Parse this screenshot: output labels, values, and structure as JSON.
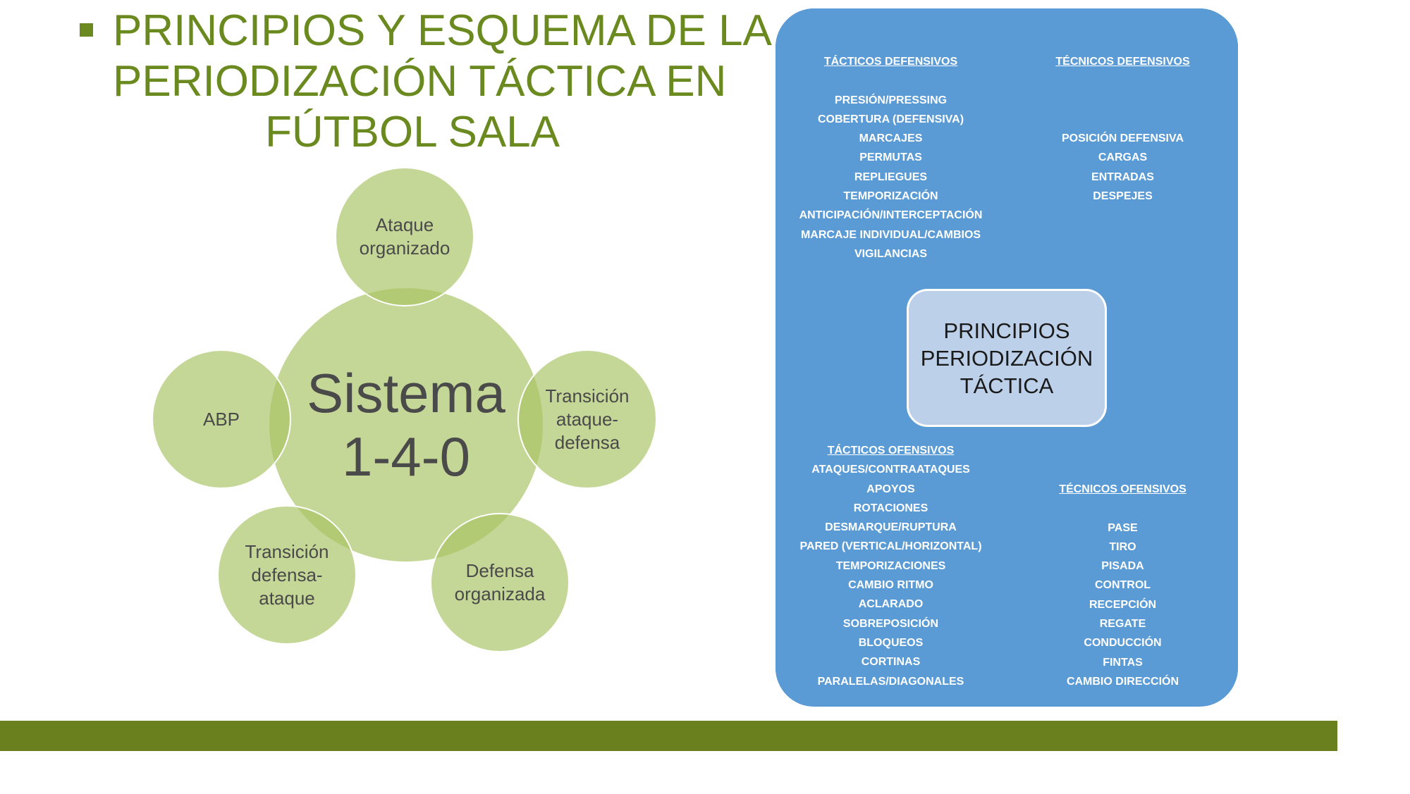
{
  "title": {
    "lines": [
      "PRINCIPIOS Y ESQUEMA DE LA",
      "PERIODIZACIÓN TÁCTICA EN",
      "FÚTBOL SALA"
    ]
  },
  "cycle": {
    "center": [
      "Sistema",
      "1-4-0"
    ],
    "satellites": [
      [
        "Ataque",
        "organizado"
      ],
      [
        "Transición",
        "ataque-",
        "defensa"
      ],
      [
        "Defensa",
        "organizada"
      ],
      [
        "Transición",
        "defensa-",
        "ataque"
      ],
      [
        "ABP"
      ]
    ]
  },
  "quadrants": {
    "tacticos_defensivos": {
      "header": "TÁCTICOS DEFENSIVOS",
      "items": [
        "PRESIÓN/PRESSING",
        "COBERTURA (DEFENSIVA)",
        "MARCAJES",
        "PERMUTAS",
        "REPLIEGUES",
        "TEMPORIZACIÓN",
        "ANTICIPACIÓN/INTERCEPTACIÓN",
        "MARCAJE INDIVIDUAL/CAMBIOS",
        "VIGILANCIAS"
      ]
    },
    "tecnicos_defensivos": {
      "header": "TÉCNICOS DEFENSIVOS",
      "items": [
        "POSICIÓN DEFENSIVA",
        "CARGAS",
        "ENTRADAS",
        "DESPEJES"
      ]
    },
    "tacticos_ofensivos": {
      "header": "TÁCTICOS OFENSIVOS",
      "items": [
        "ATAQUES/CONTRAATAQUES",
        "APOYOS",
        "ROTACIONES",
        "DESMARQUE/RUPTURA",
        "PARED (VERTICAL/HORIZONTAL)",
        "TEMPORIZACIONES",
        "CAMBIO RITMO",
        "ACLARADO",
        "SOBREPOSICIÓN",
        "BLOQUEOS",
        "CORTINAS",
        "PARALELAS/DIAGONALES"
      ]
    },
    "tecnicos_ofensivos": {
      "header": "TÉCNICOS OFENSIVOS",
      "items": [
        "PASE",
        "TIRO",
        "PISADA",
        "CONTROL",
        "RECEPCIÓN",
        "REGATE",
        "CONDUCCIÓN",
        "FINTAS",
        "CAMBIO DIRECCIÓN"
      ]
    }
  },
  "center_box": [
    "PRINCIPIOS",
    "PERIODIZACIÓN",
    "TÁCTICA"
  ],
  "colors": {
    "title_green": "#6a8a1f",
    "circle_green": "#a9c464",
    "panel_blue": "#5b9bd5",
    "center_box_blue": "#bdd0ea",
    "footer_green": "#6a7f1e"
  }
}
